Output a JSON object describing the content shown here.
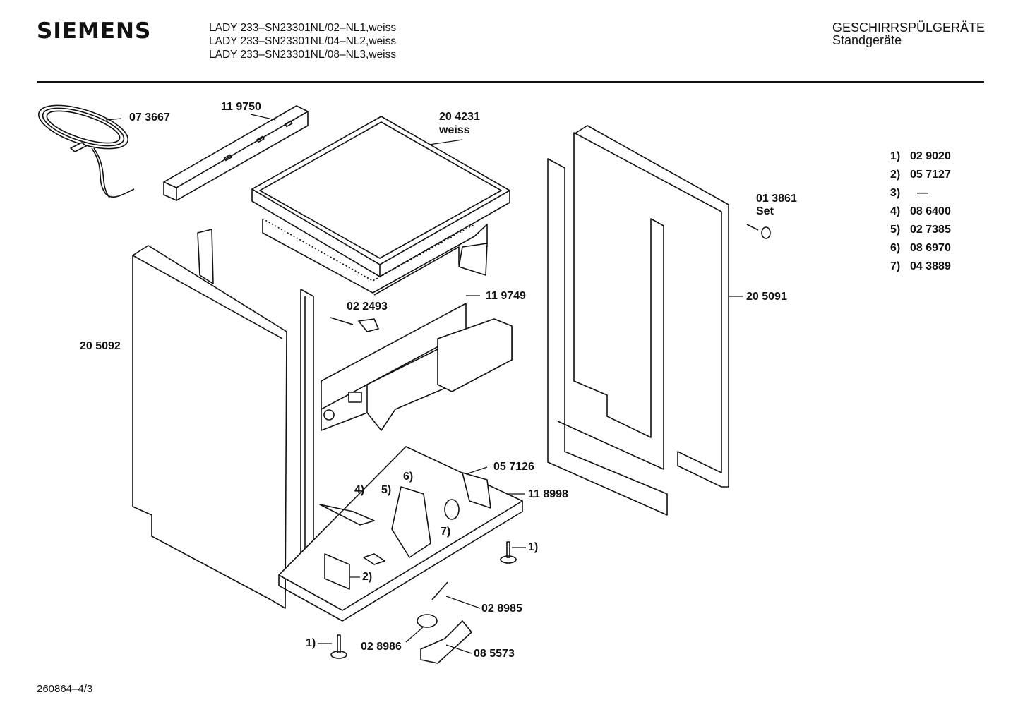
{
  "header": {
    "brand": "SIEMENS",
    "models": [
      "LADY 233–SN23301NL/02–NL1,weiss",
      "LADY 233–SN23301NL/04–NL2,weiss",
      "LADY 233–SN23301NL/08–NL3,weiss"
    ],
    "category": "GESCHIRRSPÜLGERÄTE",
    "subcategory": "Standgeräte"
  },
  "part_labels": {
    "cable": "07 3667",
    "top_rail": "11 9750",
    "worktop": "20 4231",
    "worktop_note": "weiss",
    "right_panel": "20 5091",
    "rear_frame": "",
    "cap_set": "01 3861",
    "cap_set_note": "Set",
    "control_bracket": "11 9749",
    "screw_clip": "02 2493",
    "left_panel": "20 5092",
    "switch_bracket": "05 7126",
    "base_tray": "11 8998",
    "float_lever": "02 8985",
    "float": "02 8986",
    "float_housing": "08 5573",
    "callout_4": "4)",
    "callout_5": "5)",
    "callout_6": "6)",
    "callout_7": "7)",
    "callout_2": "2)",
    "callout_1a": "1)",
    "callout_1b": "1)"
  },
  "legend": [
    {
      "num": "1)",
      "part": "02 9020"
    },
    {
      "num": "2)",
      "part": "05 7127"
    },
    {
      "num": "3)",
      "part": "—"
    },
    {
      "num": "4)",
      "part": "08 6400"
    },
    {
      "num": "5)",
      "part": "02 7385"
    },
    {
      "num": "6)",
      "part": "08 6970"
    },
    {
      "num": "7)",
      "part": "04 3889"
    }
  ],
  "footer": {
    "doc_number": "260864–4/3"
  }
}
